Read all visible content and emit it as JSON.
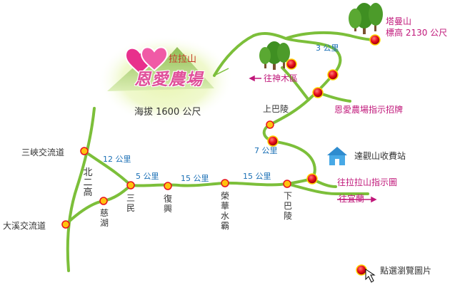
{
  "farm": {
    "name": "恩愛農場",
    "mountain": "拉拉山",
    "altitude": "海拔 1600 公尺"
  },
  "places": {
    "tamanshan": "塔曼山",
    "tamanshan_height": "標高 2130 公尺",
    "shenmu": "往神木區",
    "sign_farm": "恩愛農場指示招牌",
    "upper_baling": "上巴陵",
    "toll": "達觀山收費站",
    "sign_lalashan": "往拉拉山指示圖",
    "to_yilan": "往宜蘭",
    "sanxia": "三峽交流道",
    "daxi": "大溪交流道",
    "freeway": "北二高",
    "cihu": "慈湖",
    "sanmin": "三民",
    "fuxing": "復興",
    "ronghua": "榮華水霸",
    "lower_baling": "下巴陵"
  },
  "distances": {
    "d3": "3 公里",
    "d12": "12 公里",
    "d5": "5 公里",
    "d15a": "15 公里",
    "d15b": "15 公里",
    "d7": "7 公里"
  },
  "legend": {
    "label": "點選瀏覽圖片"
  },
  "colors": {
    "road": "#7cbf3a",
    "photo_marker": "#e8101e",
    "town_marker": "#ffc20e",
    "distance_text": "#1a6fb5",
    "pink_text": "#c0177a"
  }
}
